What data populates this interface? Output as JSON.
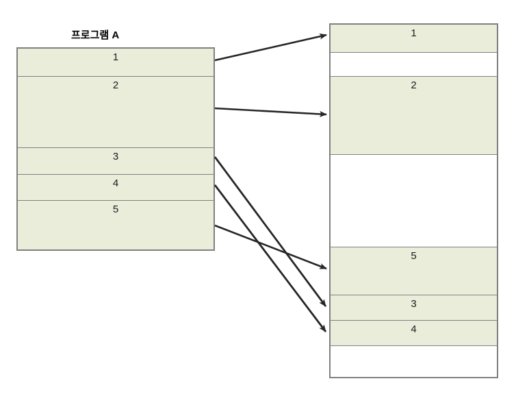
{
  "title": "프로그램 A",
  "colors": {
    "fill": "#e9edda",
    "border": "#808080",
    "arrow": "#262626",
    "text": "#1a1a1a",
    "background": "#ffffff"
  },
  "program_block": {
    "name": "프로그램 A",
    "rows": [
      {
        "label": "1",
        "filled": true
      },
      {
        "label": "2",
        "filled": true
      },
      {
        "label": "3",
        "filled": true
      },
      {
        "label": "4",
        "filled": true
      },
      {
        "label": "5",
        "filled": true
      }
    ]
  },
  "memory_block": {
    "rows": [
      {
        "label": "1",
        "filled": true
      },
      {
        "label": "",
        "filled": false
      },
      {
        "label": "2",
        "filled": true
      },
      {
        "label": "",
        "filled": false
      },
      {
        "label": "5",
        "filled": true
      },
      {
        "label": "3",
        "filled": true
      },
      {
        "label": "4",
        "filled": true
      },
      {
        "label": "",
        "filled": false
      }
    ]
  },
  "arrows": [
    {
      "from": "1",
      "to": "1"
    },
    {
      "from": "2",
      "to": "2"
    },
    {
      "from": "3",
      "to": "3"
    },
    {
      "from": "4",
      "to": "4"
    },
    {
      "from": "5",
      "to": "5"
    }
  ]
}
